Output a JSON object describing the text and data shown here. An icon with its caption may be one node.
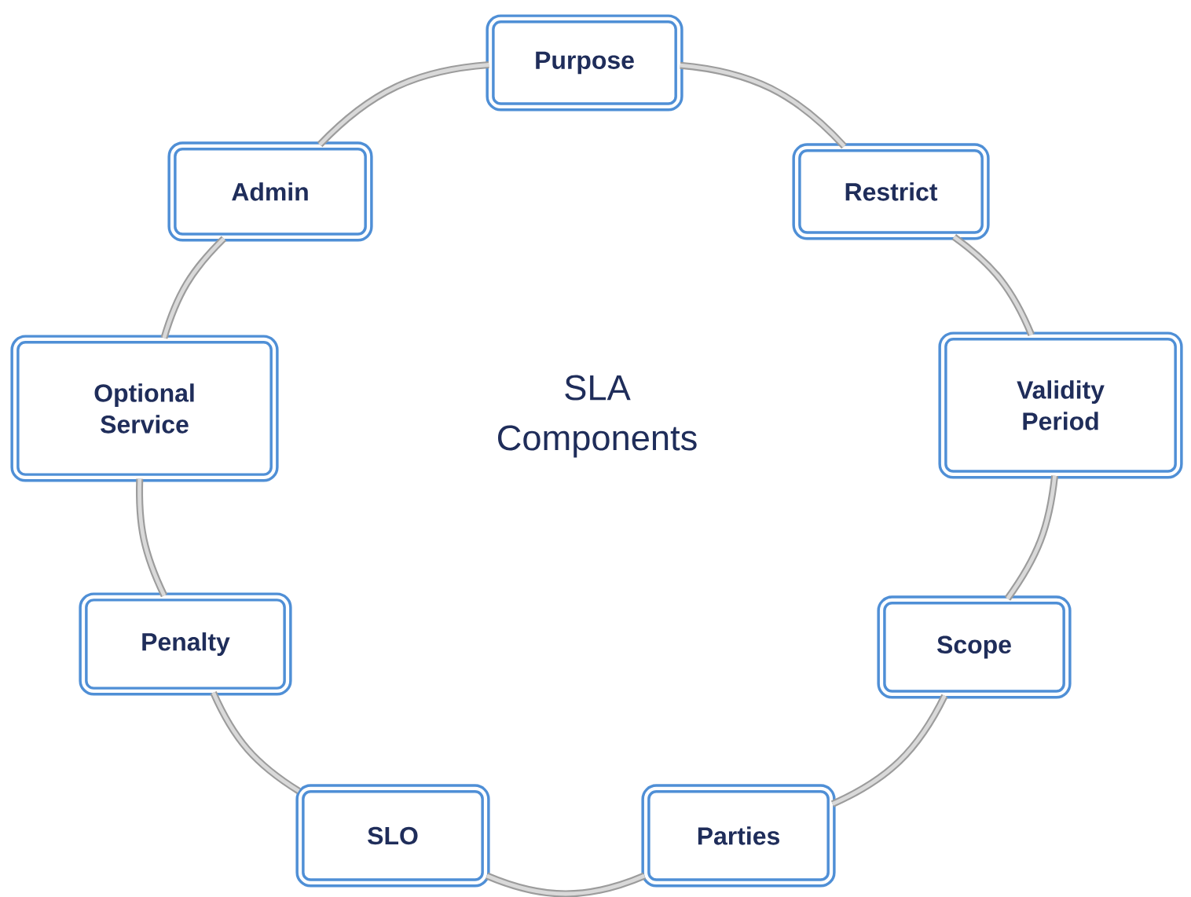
{
  "diagram": {
    "nodes": [
      {
        "text": [
          "Purpose"
        ]
      },
      {
        "text": [
          "Restrict"
        ]
      },
      {
        "text": [
          "Validity Period"
        ]
      },
      {
        "text": [
          "Scope"
        ]
      },
      {
        "text": [
          "Parties"
        ]
      },
      {
        "text": [
          "SLO"
        ]
      },
      {
        "text": [
          "Penalty"
        ]
      },
      {
        "text": [
          "Optional Service"
        ]
      },
      {
        "text": [
          "Admin"
        ]
      }
    ],
    "edges": [
      {
        "from": 0,
        "to": 1,
        "arrow": "none"
      },
      {
        "from": 1,
        "to": 2,
        "arrow": "none"
      },
      {
        "from": 2,
        "to": 3,
        "arrow": "none"
      },
      {
        "from": 3,
        "to": 4,
        "arrow": "none"
      },
      {
        "from": 4,
        "to": 5,
        "arrow": "none"
      },
      {
        "from": 5,
        "to": 6,
        "arrow": "none"
      },
      {
        "from": 6,
        "to": 7,
        "arrow": "none"
      },
      {
        "from": 7,
        "to": 8,
        "arrow": "none"
      },
      {
        "from": 8,
        "to": 0,
        "arrow": "none"
      }
    ],
    "labels": [
      "SLA Components"
    ]
  }
}
